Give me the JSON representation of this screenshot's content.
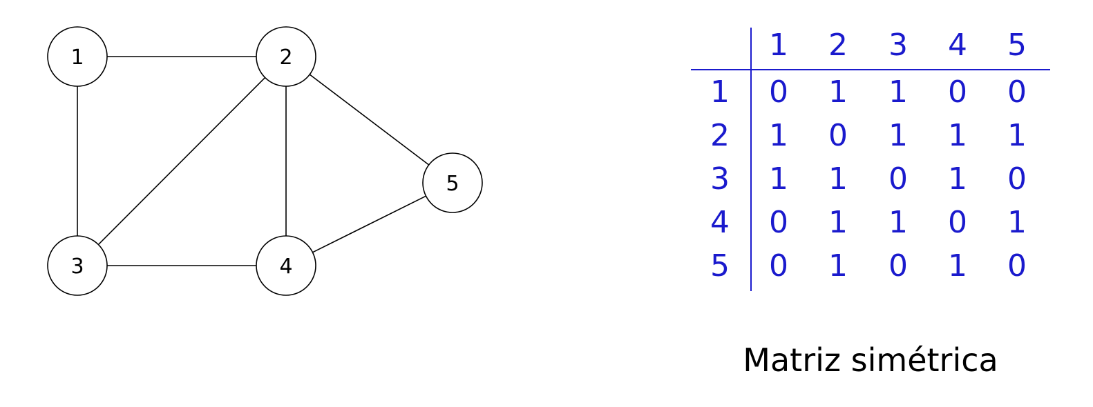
{
  "graph": {
    "nodes": [
      "1",
      "2",
      "3",
      "4",
      "5"
    ],
    "edges": [
      [
        "1",
        "2"
      ],
      [
        "1",
        "3"
      ],
      [
        "2",
        "3"
      ],
      [
        "2",
        "4"
      ],
      [
        "2",
        "5"
      ],
      [
        "3",
        "4"
      ],
      [
        "4",
        "5"
      ]
    ]
  },
  "matrix": {
    "headers": [
      "1",
      "2",
      "3",
      "4",
      "5"
    ],
    "rows": [
      {
        "label": "1",
        "values": [
          "0",
          "1",
          "1",
          "0",
          "0"
        ]
      },
      {
        "label": "2",
        "values": [
          "1",
          "0",
          "1",
          "1",
          "1"
        ]
      },
      {
        "label": "3",
        "values": [
          "1",
          "1",
          "0",
          "1",
          "0"
        ]
      },
      {
        "label": "4",
        "values": [
          "0",
          "1",
          "1",
          "0",
          "1"
        ]
      },
      {
        "label": "5",
        "values": [
          "0",
          "1",
          "0",
          "1",
          "0"
        ]
      }
    ],
    "color": "#1a1acd"
  },
  "caption": "Matriz simétrica"
}
